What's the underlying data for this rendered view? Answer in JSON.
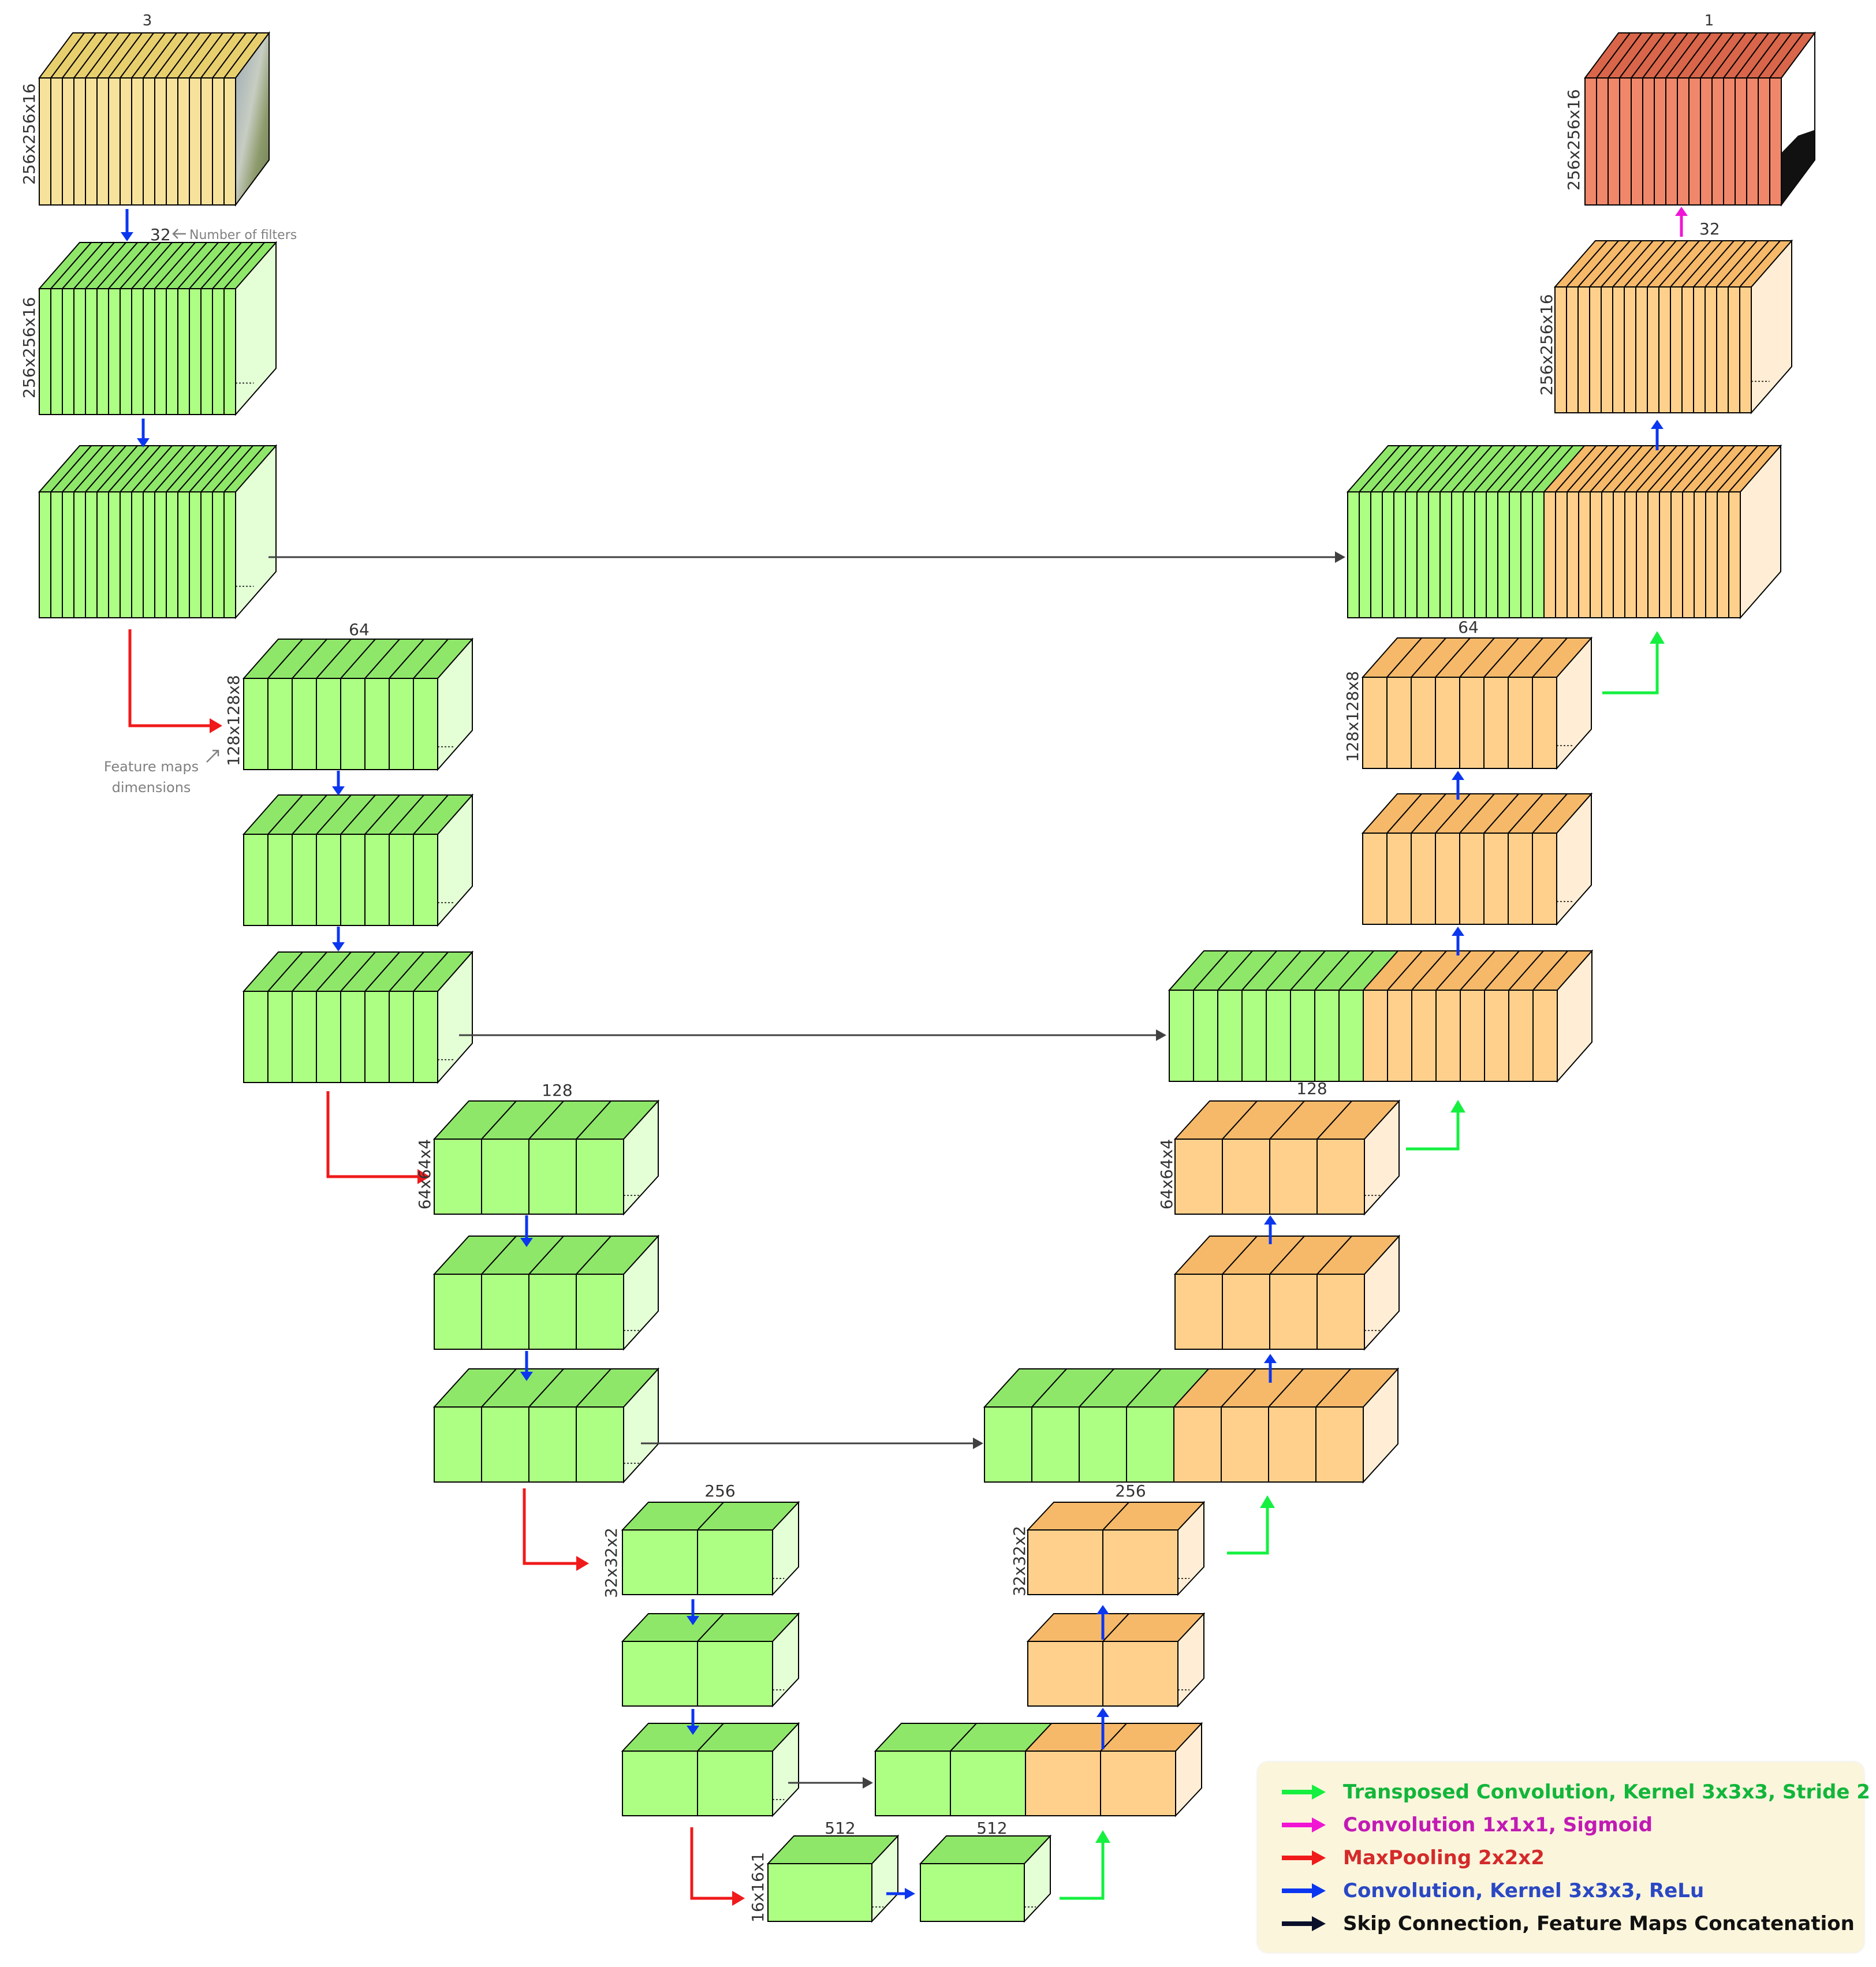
{
  "colors": {
    "encoder_fill": "#adff83",
    "encoder_top": "#8fe76a",
    "encoder_side": "#e4ffd6",
    "decoder_fill": "#ffd08c",
    "decoder_top": "#f5b969",
    "decoder_side": "#ffeed5",
    "input_fill": "#f7e29b",
    "output_fill": "#f0876a",
    "conv": "#0b36f0",
    "pool": "#f01a1a",
    "transposed": "#15f040",
    "sigmoid": "#f015d4",
    "skip": "#404040"
  },
  "labels": {
    "input_filters": "3",
    "level1_filters": "32",
    "level1_dims": "256x256x16",
    "level2_filters": "64",
    "level2_dims": "128x128x8",
    "level3_filters": "128",
    "level3_dims": "64x64x4",
    "level4_filters": "256",
    "level4_dims": "32x32x2",
    "bottleneck_filters": "512",
    "bottleneck_dims": "16x16x1",
    "output_filters": "1",
    "number_of_filters_note": "Number of filters",
    "feature_maps_note_line1": "Feature maps",
    "feature_maps_note_line2": "dimensions"
  },
  "legend": {
    "items": [
      {
        "text": "Transposed Convolution, Kernel 3x3x3, Stride 2",
        "arrow_color": "#15f040",
        "text_color": "#12b63a",
        "icon": "green-arrow-icon"
      },
      {
        "text": "Convolution 1x1x1, Sigmoid",
        "arrow_color": "#f015d4",
        "text_color": "#c21ab4",
        "icon": "magenta-arrow-icon"
      },
      {
        "text": "MaxPooling 2x2x2",
        "arrow_color": "#f01a1a",
        "text_color": "#d42a2a",
        "icon": "red-arrow-icon"
      },
      {
        "text": "Convolution, Kernel 3x3x3, ReLu",
        "arrow_color": "#0b36f0",
        "text_color": "#2a48c4",
        "icon": "blue-arrow-icon"
      },
      {
        "text": "Skip Connection, Feature Maps Concatenation",
        "arrow_color": "#0a0f2a",
        "text_color": "#111111",
        "icon": "black-arrow-icon"
      }
    ]
  }
}
